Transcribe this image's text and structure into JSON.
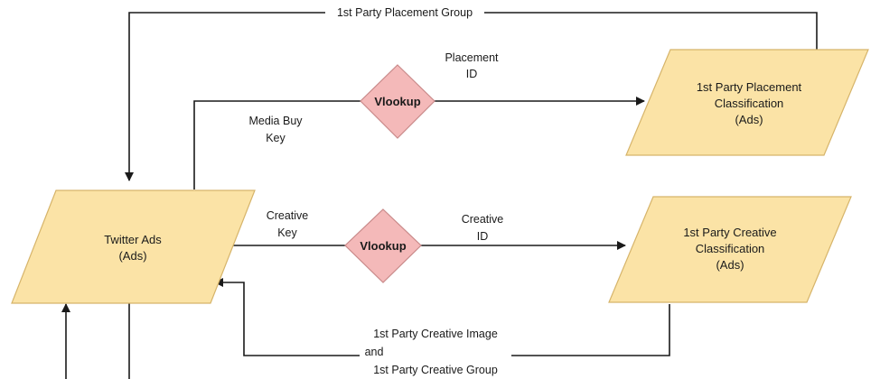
{
  "nodes": {
    "twitter_ads": {
      "line1": "Twitter Ads",
      "line2": "(Ads)"
    },
    "placement_class": {
      "line1": "1st Party Placement",
      "line2": "Classification",
      "line3": "(Ads)"
    },
    "creative_class": {
      "line1": "1st Party Creative",
      "line2": "Classification",
      "line3": "(Ads)"
    },
    "vlookup_top": {
      "label": "Vlookup"
    },
    "vlookup_bottom": {
      "label": "Vlookup"
    }
  },
  "edges": {
    "placement_group": {
      "label": "1st Party Placement Group"
    },
    "placement_id": {
      "line1": "Placement",
      "line2": "ID"
    },
    "media_buy_key": {
      "line1": "Media Buy",
      "line2": "Key"
    },
    "creative_key": {
      "line1": "Creative",
      "line2": "Key"
    },
    "creative_id": {
      "line1": "Creative",
      "line2": "ID"
    },
    "creative_image_group": {
      "line1": "1st Party Creative Image",
      "line2": "and",
      "line3": "1st Party Creative Group"
    }
  },
  "colors": {
    "data_node_fill": "#fbe3a6",
    "process_node_fill": "#f4b9b9",
    "line": "#1a1a1a"
  }
}
